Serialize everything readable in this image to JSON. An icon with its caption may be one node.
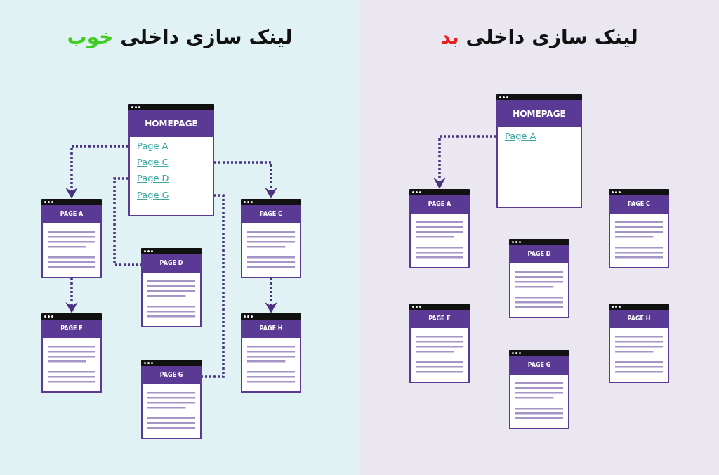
{
  "diagram": {
    "nodes": [
      {
        "text": [
          "لینک سازی داخلی خوب"
        ]
      },
      {
        "text": [
          "HOMEPAGE",
          "Page A",
          "Page C",
          "Page D",
          "Page G"
        ],
        "in": 0
      },
      {
        "text": [
          "PAGE A"
        ],
        "in": 0
      },
      {
        "text": [
          "PAGE C"
        ],
        "in": 0
      },
      {
        "text": [
          "PAGE D"
        ],
        "in": 0
      },
      {
        "text": [
          "PAGE F"
        ],
        "in": 0
      },
      {
        "text": [
          "PAGE H"
        ],
        "in": 0
      },
      {
        "text": [
          "PAGE G"
        ],
        "in": 0
      },
      {
        "text": [
          "لینک سازی داخلی بد"
        ]
      },
      {
        "text": [
          "HOMEPAGE",
          "Page A"
        ],
        "in": 8
      },
      {
        "text": [
          "PAGE A"
        ],
        "in": 8
      },
      {
        "text": [
          "PAGE C"
        ],
        "in": 8
      },
      {
        "text": [
          "PAGE D"
        ],
        "in": 8
      },
      {
        "text": [
          "PAGE F"
        ],
        "in": 8
      },
      {
        "text": [
          "PAGE H"
        ],
        "in": 8
      },
      {
        "text": [
          "PAGE G"
        ],
        "in": 8
      }
    ],
    "edges": [
      {
        "from": 1,
        "to": 2,
        "arrow": "to"
      },
      {
        "from": 1,
        "to": 3,
        "arrow": "to"
      },
      {
        "from": 1,
        "to": 4,
        "arrow": "none"
      },
      {
        "from": 1,
        "to": 7,
        "arrow": "none"
      },
      {
        "from": 2,
        "to": 5,
        "arrow": "to"
      },
      {
        "from": 3,
        "to": 6,
        "arrow": "to"
      },
      {
        "from": 9,
        "to": 10,
        "arrow": "to"
      }
    ]
  }
}
